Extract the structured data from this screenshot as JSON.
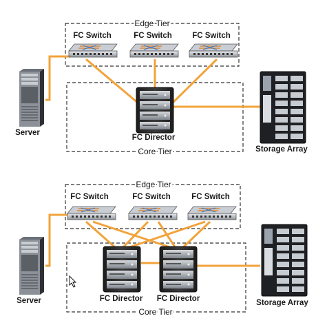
{
  "labels": {
    "switch": "FC Switch",
    "director": "FC Director",
    "server": "Server",
    "storage": "Storage Array",
    "edge_tier": "Edge Tier",
    "core_tier": "Core Tier"
  },
  "colors": {
    "link": "#f2a33a",
    "tier_border": "#333333",
    "device_dark": "#2b2b2b",
    "switch_body": "#9aa0aa"
  },
  "icons": {
    "server": "server-tower-icon",
    "switch": "network-switch-icon",
    "director": "rack-director-icon",
    "storage": "storage-array-icon",
    "cursor": "mouse-pointer-icon"
  }
}
